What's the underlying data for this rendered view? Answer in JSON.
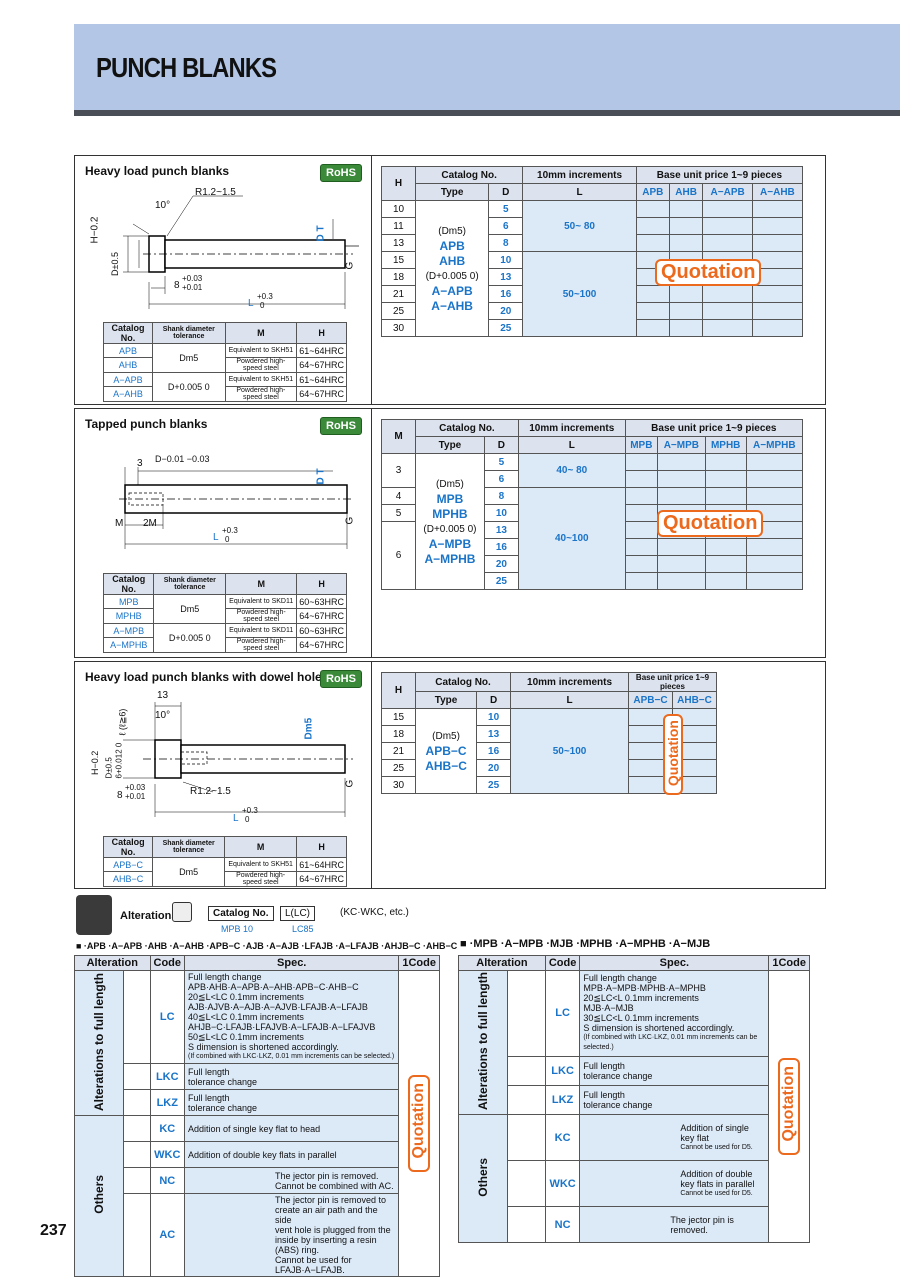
{
  "header": {
    "title": "PUNCH BLANKS"
  },
  "rohs": "RoHS",
  "quotation": "Quotation",
  "p1": {
    "title": "Heavy load punch blanks",
    "dwg": {
      "r": "R1.2~1.5",
      "ang": "10°",
      "h": "H−0.2",
      "d": "D±0.5",
      "g": "G",
      "dt": "D T",
      "l": "L",
      "tol_l": "+0.3",
      "tol_0": "0",
      "eight": "8",
      "tol8a": "+0.03",
      "tol8b": "+0.01",
      "z": "0"
    },
    "small": {
      "h": [
        "Catalog No.",
        "Shank diameter tolerance",
        "M",
        "H"
      ],
      "rows": [
        [
          "APB",
          "Dm5",
          "Equivalent to SKH51",
          "61~64HRC"
        ],
        [
          "AHB",
          "",
          "Powdered high-speed steel",
          "64~67HRC"
        ],
        [
          "A−APB",
          "D+0.005 0",
          "Equivalent to SKH51",
          "61~64HRC"
        ],
        [
          "A−AHB",
          "",
          "Powdered high-speed steel",
          "64~67HRC"
        ]
      ]
    },
    "main": {
      "h1": "H",
      "catalog": "Catalog No.",
      "inc": "10mm increments",
      "price": "Base unit price   1~9 pieces",
      "type": "Type",
      "d": "D",
      "l": "L",
      "cols": [
        "APB",
        "AHB",
        "A−APB",
        "A−AHB"
      ],
      "hvals": [
        "10",
        "11",
        "13",
        "15",
        "18",
        "21",
        "25",
        "30"
      ],
      "dvals": [
        "5",
        "6",
        "8",
        "10",
        "13",
        "16",
        "20",
        "25"
      ],
      "types": [
        "(Dm5)",
        "APB",
        "AHB",
        "(D+0.005 0)",
        "A−APB",
        "A−AHB"
      ],
      "l1": "50~  80",
      "l2": "50~100"
    }
  },
  "p2": {
    "title": "Tapped punch blanks",
    "dwg": {
      "three": "3",
      "dtol": "D−0.01 −0.03",
      "m": "M",
      "two": "2M",
      "l": "L",
      "tol_l": "+0.3",
      "tol_0": "0",
      "dt": "D T",
      "g": "G"
    },
    "small": {
      "rows": [
        [
          "MPB",
          "Dm5",
          "Equivalent to SKD11",
          "60~63HRC"
        ],
        [
          "MPHB",
          "",
          "Powdered high-speed steel",
          "64~67HRC"
        ],
        [
          "A−MPB",
          "D+0.005 0",
          "Equivalent to SKD11",
          "60~63HRC"
        ],
        [
          "A−MPHB",
          "",
          "Powdered high-speed steel",
          "64~67HRC"
        ]
      ]
    },
    "main": {
      "h1": "M",
      "cols": [
        "MPB",
        "A−MPB",
        "MPHB",
        "A−MPHB"
      ],
      "mvals": [
        "3",
        "4",
        "5",
        "6"
      ],
      "dvals": [
        "5",
        "6",
        "8",
        "10",
        "13",
        "16",
        "20",
        "25"
      ],
      "types": [
        "(Dm5)",
        "MPB",
        "MPHB",
        "(D+0.005 0)",
        "A−MPB",
        "A−MPHB"
      ],
      "l1": "40~  80",
      "l2": "40~100"
    }
  },
  "p3": {
    "title": "Heavy load punch blanks with dowel holes",
    "dwg": {
      "thirteen": "13",
      "ang": "10°",
      "r": "R1.2~1.5",
      "dm5": "Dm5",
      "l": "L",
      "tol_l": "+0.3",
      "tol_0": "0",
      "eight": "8",
      "tol8a": "+0.03",
      "tol8b": "+0.01",
      "g": "G",
      "ell": "ℓ (ℓ≧6)",
      "six": "6+0.012 0"
    },
    "small": {
      "rows": [
        [
          "APB−C",
          "Dm5",
          "Equivalent to SKH51",
          "61~64HRC"
        ],
        [
          "AHB−C",
          "",
          "Powdered high-speed steel",
          "64~67HRC"
        ]
      ]
    },
    "main": {
      "price": "Base unit price 1~9 pieces",
      "cols": [
        "APB−C",
        "AHB−C"
      ],
      "hvals": [
        "15",
        "18",
        "21",
        "25",
        "30"
      ],
      "dvals": [
        "10",
        "13",
        "16",
        "20",
        "25"
      ],
      "types": [
        "(Dm5)",
        "APB−C",
        "AHB−C"
      ],
      "l1": "50~100"
    }
  },
  "alter": {
    "label": "Alterations",
    "catalog": "Catalog No.",
    "llc": "L(LC)",
    "ex": "(KC·WKC, etc.)",
    "ex1": "MPB 10",
    "ex2": "LC85",
    "left_title": "■ ·APB ·A−APB ·AHB ·A−AHB ·APB−C ·AJB ·A−AJB ·LFAJB ·A−LFAJB ·AHJB−C ·AHB−C",
    "right_title": "■ ·MPB ·A−MPB ·MJB ·MPHB ·A−MPHB ·A−MJB",
    "hdr": [
      "Alteration",
      "Code",
      "Spec.",
      "1Code"
    ],
    "side1": "Alterations to full length",
    "side2": "Others",
    "left": {
      "lc": [
        "Full length change",
        "APB·AHB·A−APB·A−AHB·APB−C·AHB−C",
        "20≦L<LC 0.1mm increments",
        "AJB·AJVB·A−AJB·A−AJVB·LFAJB·A−LFAJB",
        "40≦L<LC 0.1mm increments",
        "AHJB−C·LFAJB·LFAJVB·A−LFAJB·A−LFAJVB",
        "50≦L<LC 0.1mm increments",
        "S dimension is shortened accordingly.",
        "(If combined with LKC·LKZ, 0.01 mm increments can be selected.)"
      ],
      "lkc": [
        "Full length",
        "tolerance change"
      ],
      "lkz": [
        "Full length",
        "tolerance change"
      ],
      "kc": "Addition of single key flat to head",
      "wkc": "Addition of double key flats in parallel",
      "nc": [
        "The jector pin is removed.",
        "Cannot be combined with AC."
      ],
      "ac": [
        "The jector pin is removed to",
        "create an air path and the side",
        "vent hole is plugged from the",
        "inside by inserting a resin (ABS) ring.",
        "Cannot be used for LFAJB·A−LFAJB."
      ]
    },
    "right": {
      "lc": [
        "Full length change",
        "MPB·A−MPB·MPHB·A−MPHB",
        "20≦LC<L 0.1mm increments",
        "MJB·A−MJB",
        "30≦LC<L 0.1mm increments",
        "S dimension is shortened accordingly.",
        "(If combined with LKC·LKZ, 0.01 mm increments can be selected.)"
      ],
      "kc": [
        "Addition of single",
        "key flat",
        "Cannot be used for D5."
      ],
      "wkc": [
        "Addition of double",
        "key flats in parallel",
        "Cannot be used for D5."
      ],
      "nc": [
        "The jector pin is",
        "removed."
      ]
    },
    "codes": [
      "LC",
      "LKC",
      "LKZ",
      "KC",
      "WKC",
      "NC",
      "AC"
    ]
  },
  "page": "237"
}
